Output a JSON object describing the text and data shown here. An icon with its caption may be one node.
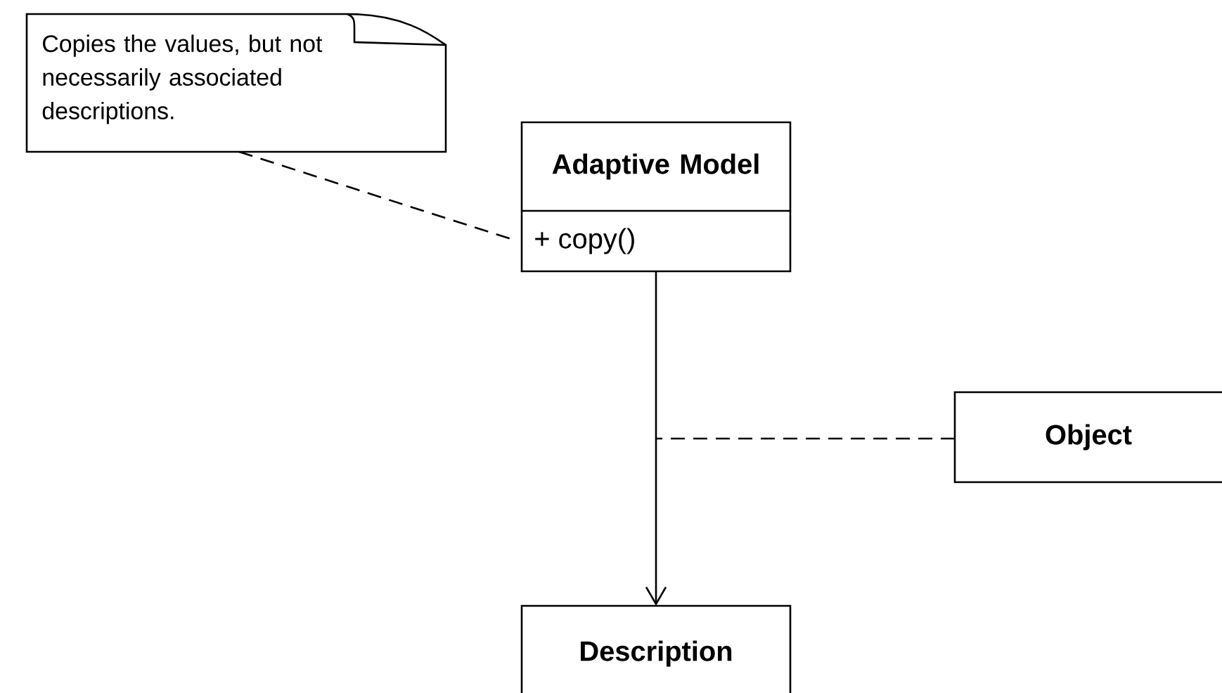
{
  "diagram": {
    "nodes": [
      {
        "text": [
          "Copies the values, but not necessarily associated descriptions."
        ]
      },
      {
        "text": [
          "Adaptive Model",
          "+ copy()"
        ]
      },
      {
        "text": [
          "Object"
        ]
      },
      {
        "text": [
          "Description"
        ]
      }
    ],
    "edges": [
      {
        "from": 0,
        "to": 1,
        "arrow": "none",
        "style": "dashed"
      },
      {
        "from": 1,
        "to": 3,
        "arrow": "to"
      },
      {
        "from": 2,
        "to": null,
        "arrow": "none",
        "style": "dashed"
      }
    ]
  }
}
